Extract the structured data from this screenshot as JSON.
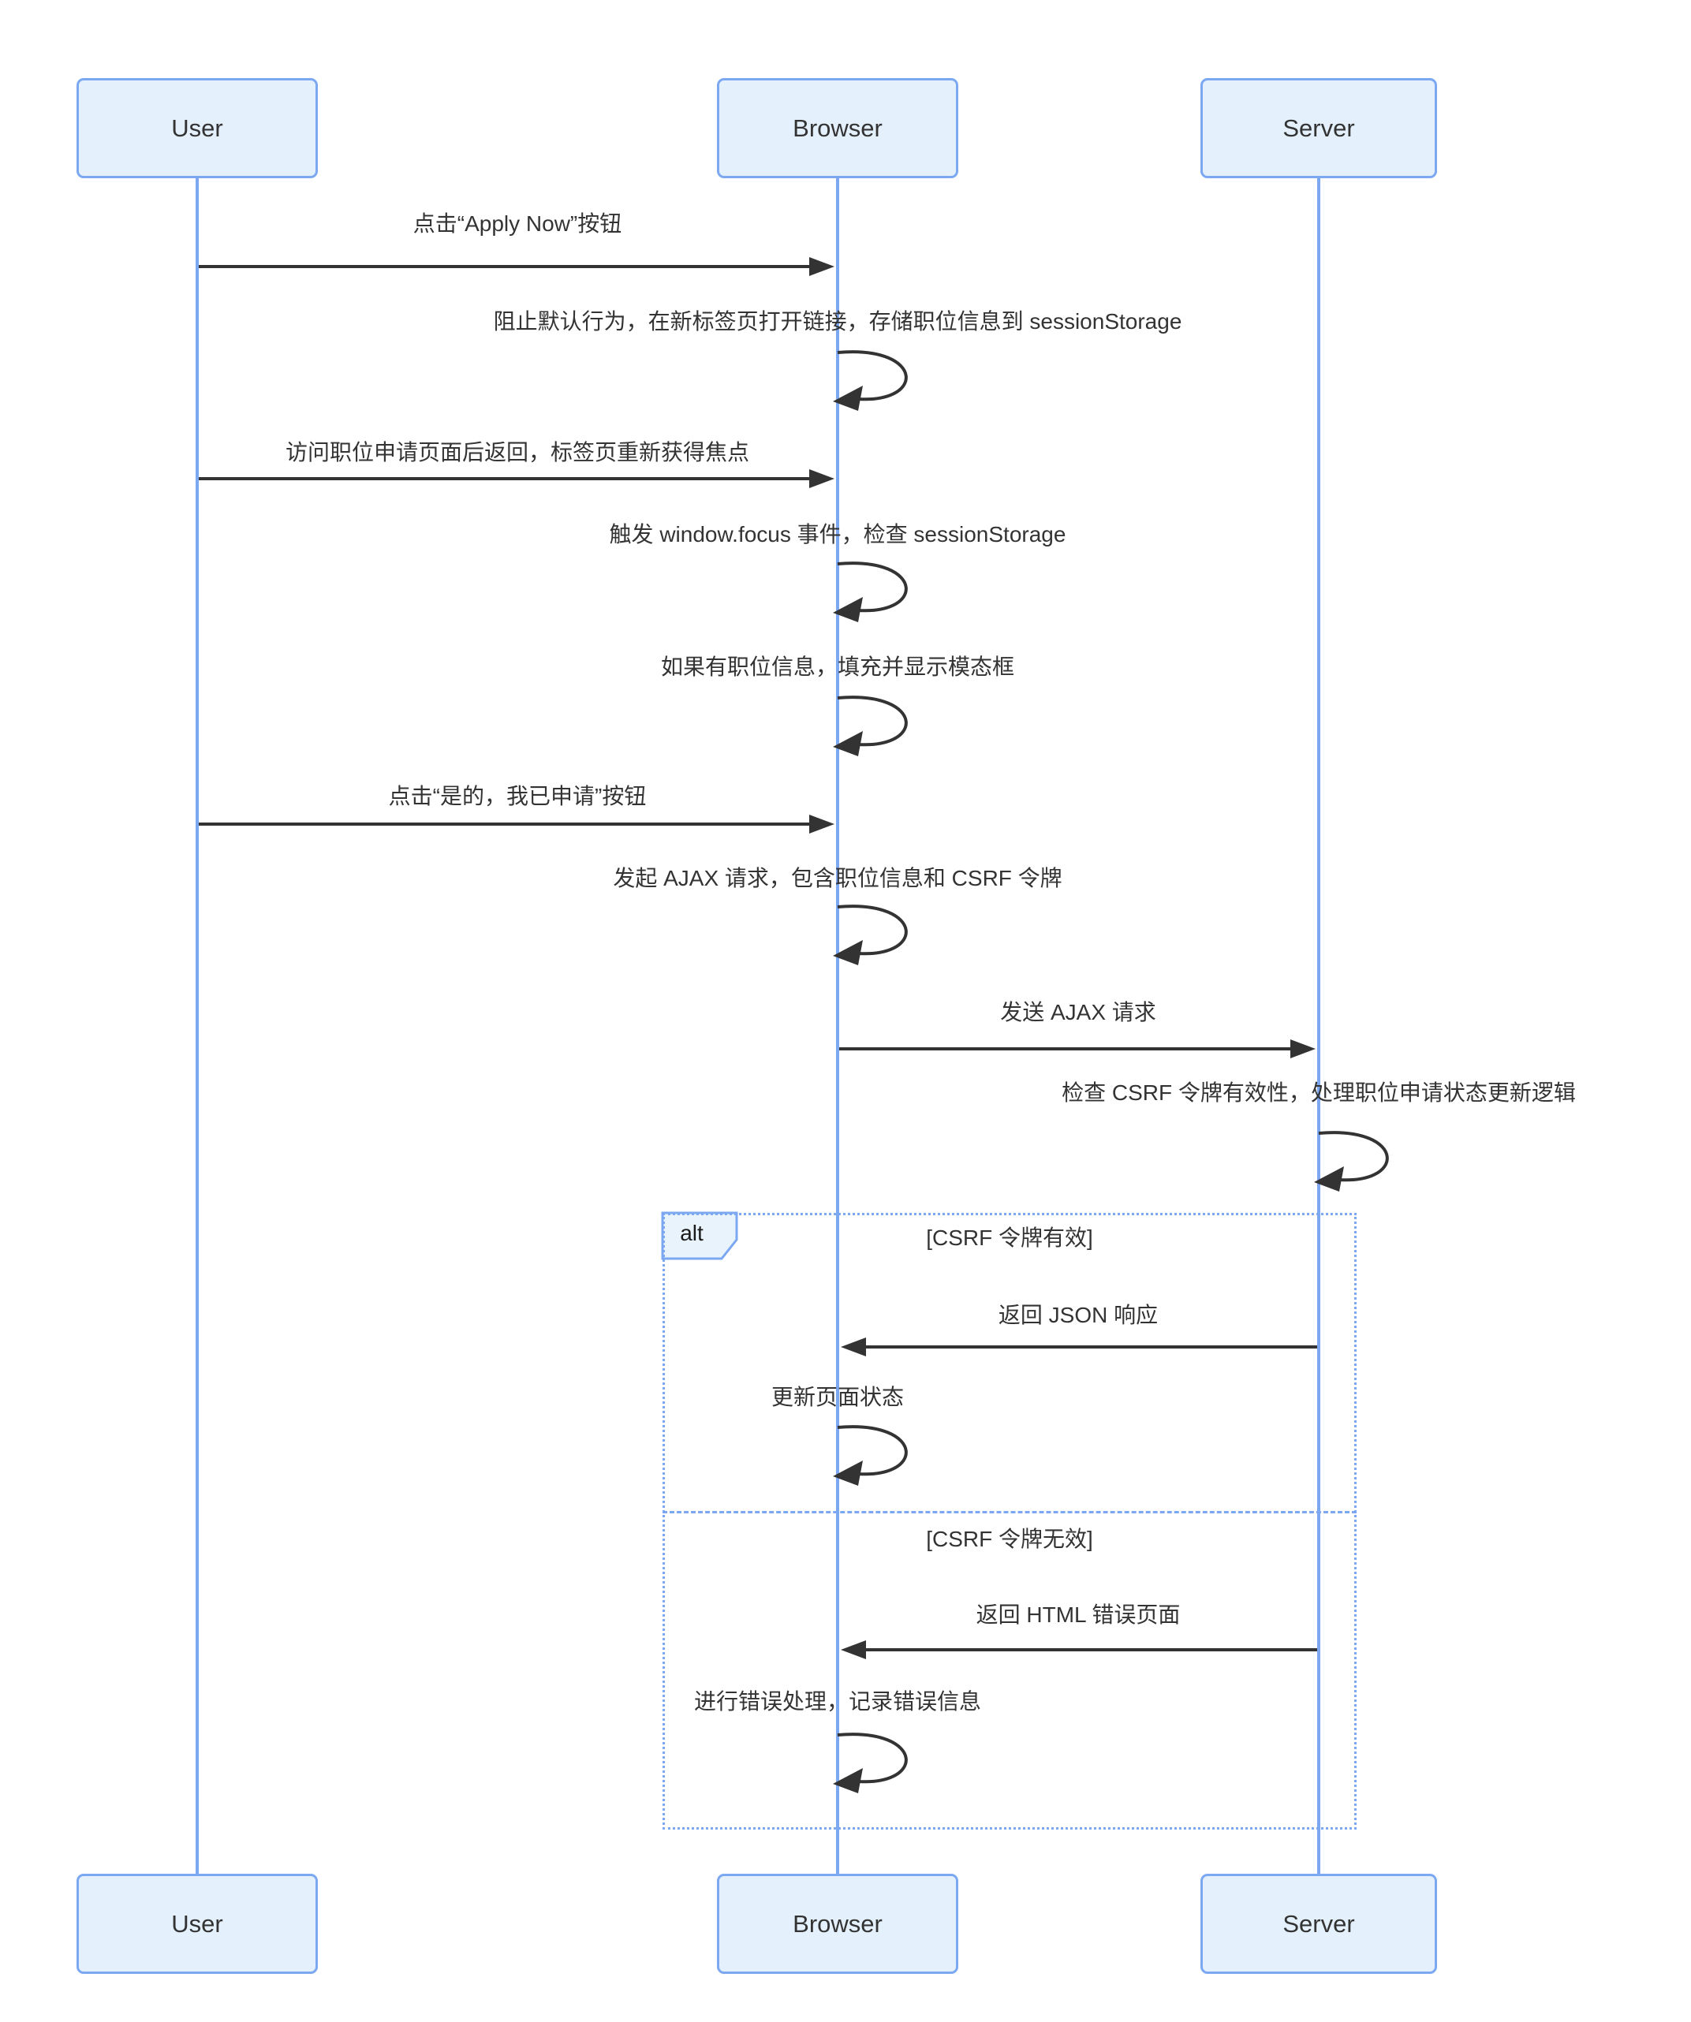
{
  "diagram": {
    "type": "sequence-diagram",
    "participants": [
      {
        "label": "User"
      },
      {
        "label": "Browser"
      },
      {
        "label": "Server"
      }
    ],
    "messages": [
      {
        "from": "User",
        "to": "Browser",
        "kind": "arrow",
        "text": "点击“Apply Now”按钮"
      },
      {
        "from": "Browser",
        "to": "Browser",
        "kind": "self",
        "text": "阻止默认行为，在新标签页打开链接，存储职位信息到 sessionStorage"
      },
      {
        "from": "User",
        "to": "Browser",
        "kind": "arrow",
        "text": "访问职位申请页面后返回，标签页重新获得焦点"
      },
      {
        "from": "Browser",
        "to": "Browser",
        "kind": "self",
        "text": "触发 window.focus 事件，检查 sessionStorage"
      },
      {
        "from": "Browser",
        "to": "Browser",
        "kind": "self",
        "text": "如果有职位信息，填充并显示模态框"
      },
      {
        "from": "User",
        "to": "Browser",
        "kind": "arrow",
        "text": "点击“是的，我已申请”按钮"
      },
      {
        "from": "Browser",
        "to": "Browser",
        "kind": "self",
        "text": "发起 AJAX 请求，包含职位信息和 CSRF 令牌"
      },
      {
        "from": "Browser",
        "to": "Server",
        "kind": "arrow",
        "text": "发送 AJAX 请求"
      },
      {
        "from": "Server",
        "to": "Server",
        "kind": "self",
        "text": "检查 CSRF 令牌有效性，处理职位申请状态更新逻辑"
      },
      {
        "from": "Server",
        "to": "Browser",
        "kind": "arrow",
        "text": "返回 JSON 响应",
        "branch": "CSRF 令牌有效"
      },
      {
        "from": "Browser",
        "to": "Browser",
        "kind": "self",
        "text": "更新页面状态",
        "branch": "CSRF 令牌有效"
      },
      {
        "from": "Server",
        "to": "Browser",
        "kind": "arrow",
        "text": "返回 HTML 错误页面",
        "branch": "CSRF 令牌无效"
      },
      {
        "from": "Browser",
        "to": "Browser",
        "kind": "self",
        "text": "进行错误处理，记录错误信息",
        "branch": "CSRF 令牌无效"
      }
    ],
    "fragment": {
      "label": "alt",
      "conditions": [
        {
          "text": "[CSRF 令牌有效]"
        },
        {
          "text": "[CSRF 令牌无效]"
        }
      ]
    },
    "colors": {
      "participant_fill": "#e4f1fc",
      "participant_border": "#7ca7f1",
      "lifeline": "#7ca7f1",
      "fragment_border": "#7ca7f1",
      "message_line": "#333333",
      "text": "#333333",
      "background": "#ffffff"
    }
  }
}
